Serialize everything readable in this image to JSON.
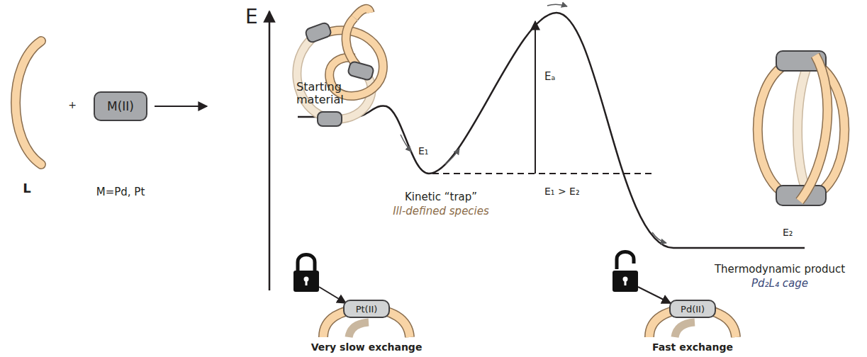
{
  "diagram": {
    "nodes": [
      {
        "text": [
          "M(II)"
        ]
      },
      {
        "text": [
          "Pt(II)"
        ]
      },
      {
        "text": [
          "Pd(II)"
        ]
      }
    ],
    "labels": [
      "L",
      "+",
      "M=Pd, Pt",
      "E",
      "Starting material",
      "E₁",
      "Kinetic “trap”",
      "Ill-defined species",
      "Eₐ",
      "E₁ > E₂",
      "E₂",
      "Thermodynamic product",
      "Pd₂L₄ cage",
      "Very slow exchange",
      "Fast exchange"
    ]
  }
}
